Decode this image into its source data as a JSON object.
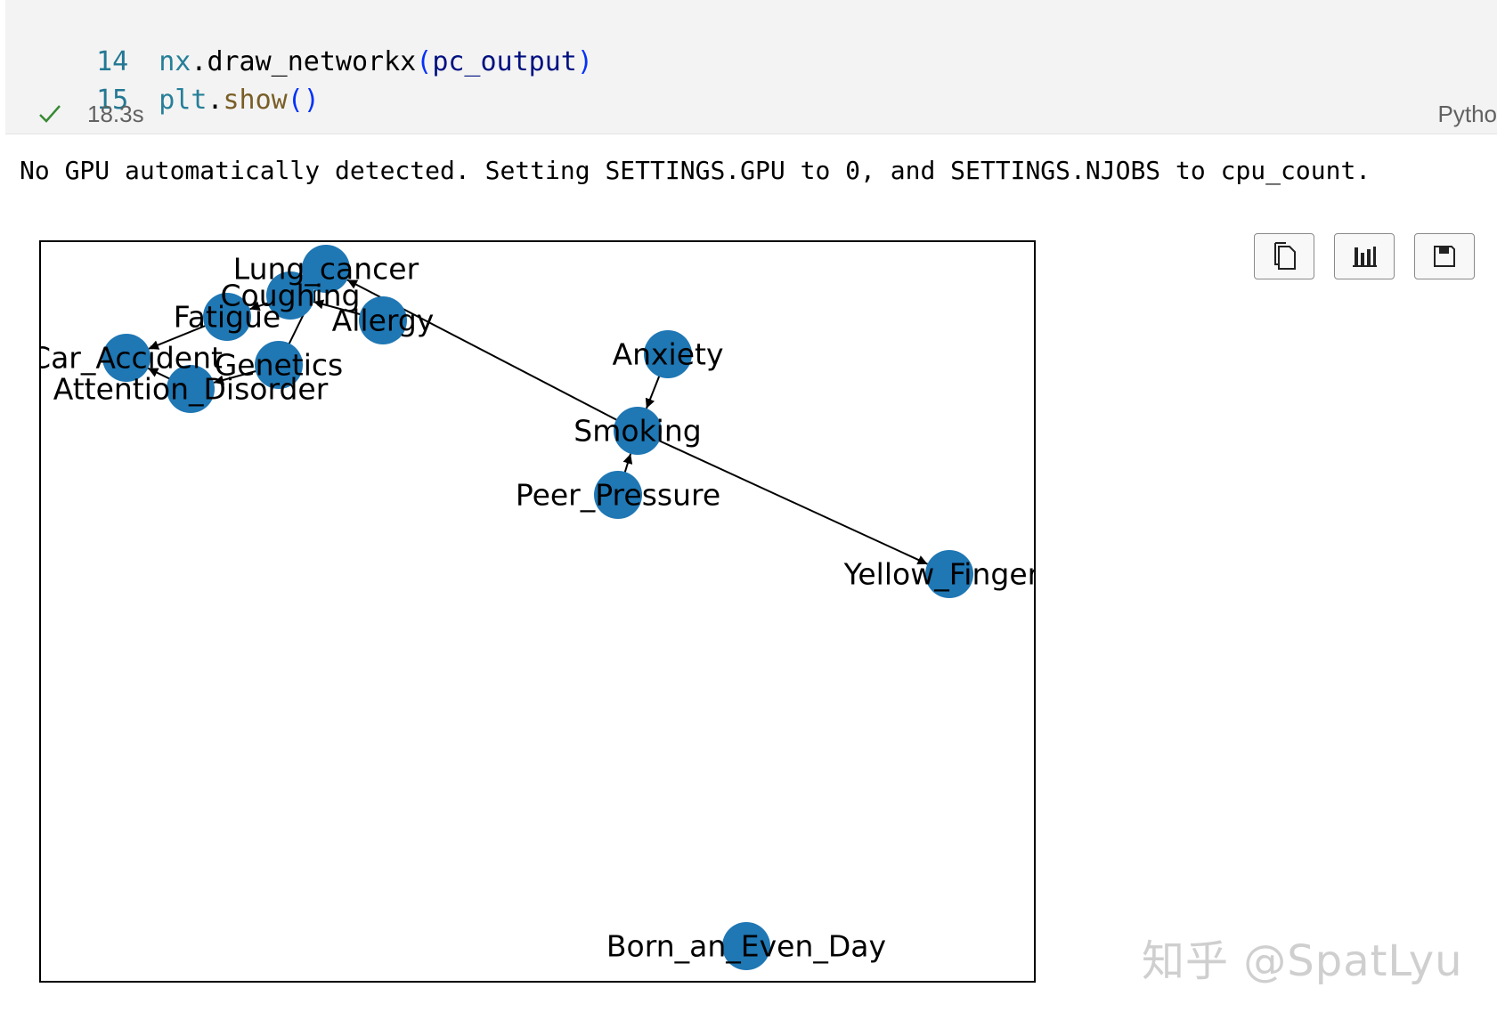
{
  "code_cell": {
    "lines": [
      {
        "number": "14",
        "tokens": [
          {
            "text": "nx",
            "kind": "var"
          },
          {
            "text": ".",
            "kind": "plain"
          },
          {
            "text": "draw_networkx",
            "kind": "plain"
          },
          {
            "text": "(",
            "kind": "paren"
          },
          {
            "text": "pc_output",
            "kind": "param"
          },
          {
            "text": ")",
            "kind": "paren"
          }
        ]
      },
      {
        "number": "15",
        "tokens": [
          {
            "text": "plt",
            "kind": "var"
          },
          {
            "text": ".",
            "kind": "plain"
          },
          {
            "text": "show",
            "kind": "fn"
          },
          {
            "text": "()",
            "kind": "paren"
          }
        ]
      }
    ],
    "exec_time": "18.3s",
    "kernel_label": "Pytho",
    "status_icon": "check-icon"
  },
  "output": {
    "stdout": "No GPU automatically detected. Setting SETTINGS.GPU to 0, and SETTINGS.NJOBS to cpu_count.",
    "toolbar": [
      {
        "name": "copy-output-button",
        "icon": "copy-icon"
      },
      {
        "name": "open-in-plot-viewer-button",
        "icon": "bar-chart-icon"
      },
      {
        "name": "save-output-button",
        "icon": "save-icon"
      }
    ]
  },
  "graph": {
    "node_color": "#1f77b4",
    "edge_color": "#000000",
    "nodes": [
      {
        "id": "Lung_cancer",
        "label": "Lung_cancer"
      },
      {
        "id": "Coughing",
        "label": "Coughing"
      },
      {
        "id": "Fatigue",
        "label": "Fatigue"
      },
      {
        "id": "Allergy",
        "label": "Allergy"
      },
      {
        "id": "Car_Accident",
        "label": "Car_Accident"
      },
      {
        "id": "Genetics",
        "label": "Genetics"
      },
      {
        "id": "Attention_Disorder",
        "label": "Attention_Disorder"
      },
      {
        "id": "Anxiety",
        "label": "Anxiety"
      },
      {
        "id": "Smoking",
        "label": "Smoking"
      },
      {
        "id": "Peer_Pressure",
        "label": "Peer_Pressure"
      },
      {
        "id": "Yellow_Fingers",
        "label": "Yellow_Fingers"
      },
      {
        "id": "Born_an_Even_Day",
        "label": "Born_an_Even_Day"
      }
    ],
    "edges": [
      {
        "from": "Smoking",
        "to": "Lung_cancer"
      },
      {
        "from": "Smoking",
        "to": "Yellow_Fingers"
      },
      {
        "from": "Anxiety",
        "to": "Smoking"
      },
      {
        "from": "Peer_Pressure",
        "to": "Smoking"
      },
      {
        "from": "Allergy",
        "to": "Coughing"
      },
      {
        "from": "Lung_cancer",
        "to": "Coughing"
      },
      {
        "from": "Coughing",
        "to": "Fatigue"
      },
      {
        "from": "Fatigue",
        "to": "Car_Accident"
      },
      {
        "from": "Genetics",
        "to": "Lung_cancer"
      },
      {
        "from": "Genetics",
        "to": "Attention_Disorder"
      },
      {
        "from": "Attention_Disorder",
        "to": "Car_Accident"
      }
    ]
  },
  "watermark": "知乎 @SpatLyu"
}
